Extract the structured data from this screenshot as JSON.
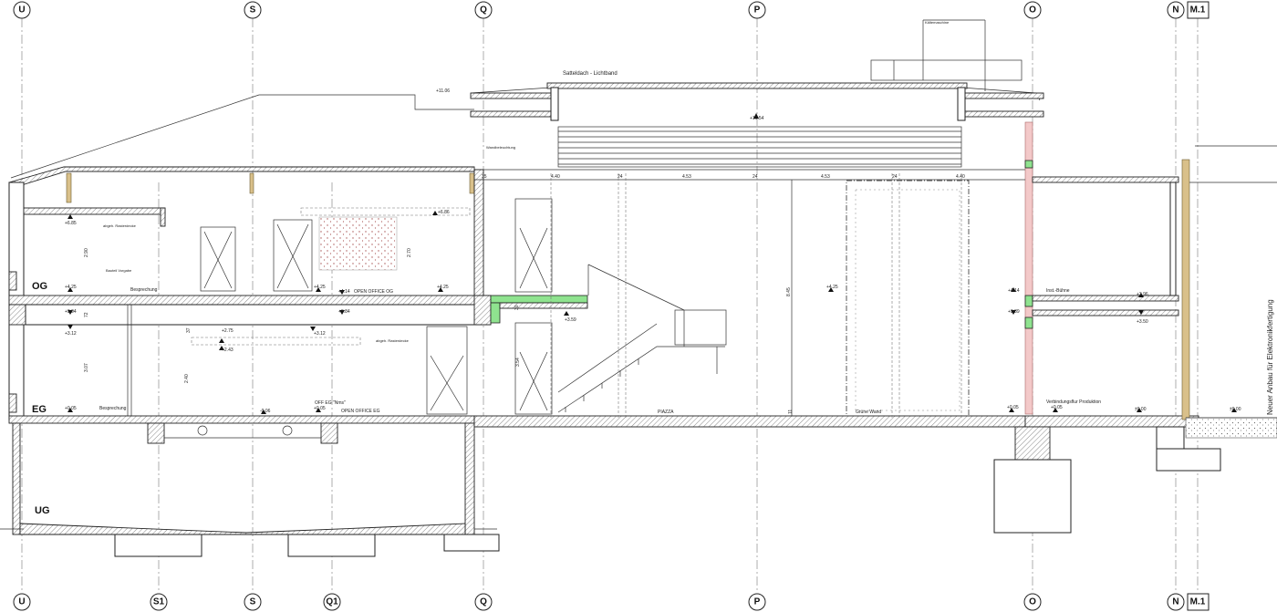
{
  "axes_top": [
    "U",
    "S",
    "Q",
    "P",
    "O",
    "N",
    "M.1"
  ],
  "axes_bottom": [
    "U",
    "S1",
    "S",
    "Q1",
    "Q",
    "P",
    "O",
    "N",
    "M.1"
  ],
  "floors": {
    "og": "OG",
    "eg": "EG",
    "ug": "UG"
  },
  "labels": {
    "satteldach": "Satteldach - Lichtband",
    "kaeltemaschine": "Kältemaschine",
    "wandbeleuchtung": "Wandbeleuchtung",
    "abgeh_rasterdecke_og": "abgeh. Rasterdecke",
    "bauteil": "Bauteil Vorgabe",
    "besprechung_og": "Besprechung",
    "open_office_og": "OPEN OFFICE OG",
    "abgeh_rasterdecke_eg": "abgeh. Rasterdecke",
    "besprechung_eg": "Besprechung",
    "off_eg": "OFF EG \"Nms\"",
    "open_office_eg": "OPEN OFFICE EG",
    "piazza": "PIAZZA",
    "gruene_wand": "Grüne Wand",
    "verbindung": "Verbindungsflur Produktion",
    "inst_buehne": "Inst.-Bühne",
    "neuer_anbau": "Neuer Anbau für Elektronikfertigung"
  },
  "levels": {
    "l1106": "+11.06",
    "l1054": "+10.54",
    "l685": "+6.85",
    "l686": "+6.86",
    "l425a": "+4.25",
    "l425b": "+4.25",
    "l425c": "+4.25",
    "l425d": "+4.25",
    "l414a": "+4.14",
    "l414b": "+4.14",
    "l394": "+3.94",
    "l384": "+3.84",
    "l312a": "+3.12",
    "l312b": "+3.12",
    "l275": "+2.75",
    "l243": "+2.43",
    "l359": "+3.59",
    "l389": "+3.89",
    "l396": "+3.96",
    "l350": "+3.50",
    "l005a": "+0.05",
    "l005b": "+0.05",
    "l005c": "+0.05",
    "l006": "-0.06",
    "l000a": "±0.00",
    "l000b": "±0.00"
  },
  "dims": {
    "d440a": "4.40",
    "d24a": "24",
    "d453a": "4.53",
    "d24b": "24",
    "d453b": "4.53",
    "d24c": "24",
    "d440b": "4.40",
    "d35": "35",
    "d845": "8.45",
    "d290": "2.90",
    "d270": "2.70",
    "d72": "72",
    "d307": "3.07",
    "d240": "2.40",
    "d354": "3.54",
    "d30": "30",
    "d11": "11",
    "d37": "37"
  }
}
